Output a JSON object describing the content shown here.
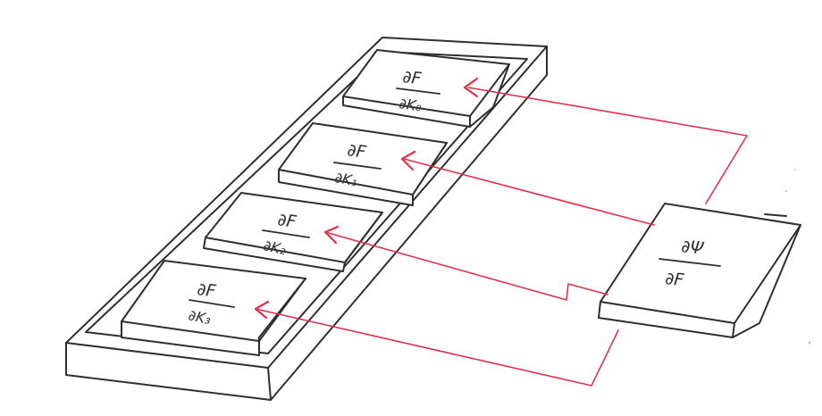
{
  "colors": {
    "ink": "#2f2f2f",
    "arrow": "#e0304a",
    "background": "#ffffff"
  },
  "tray": {
    "tiles": [
      {
        "numerator": "∂F",
        "denominator": "∂K₀"
      },
      {
        "numerator": "∂F",
        "denominator": "∂K₁"
      },
      {
        "numerator": "∂F",
        "denominator": "∂K₂"
      },
      {
        "numerator": "∂F",
        "denominator": "∂K₃"
      }
    ]
  },
  "source_block": {
    "numerator": "∂Ψ",
    "denominator": "∂F"
  }
}
